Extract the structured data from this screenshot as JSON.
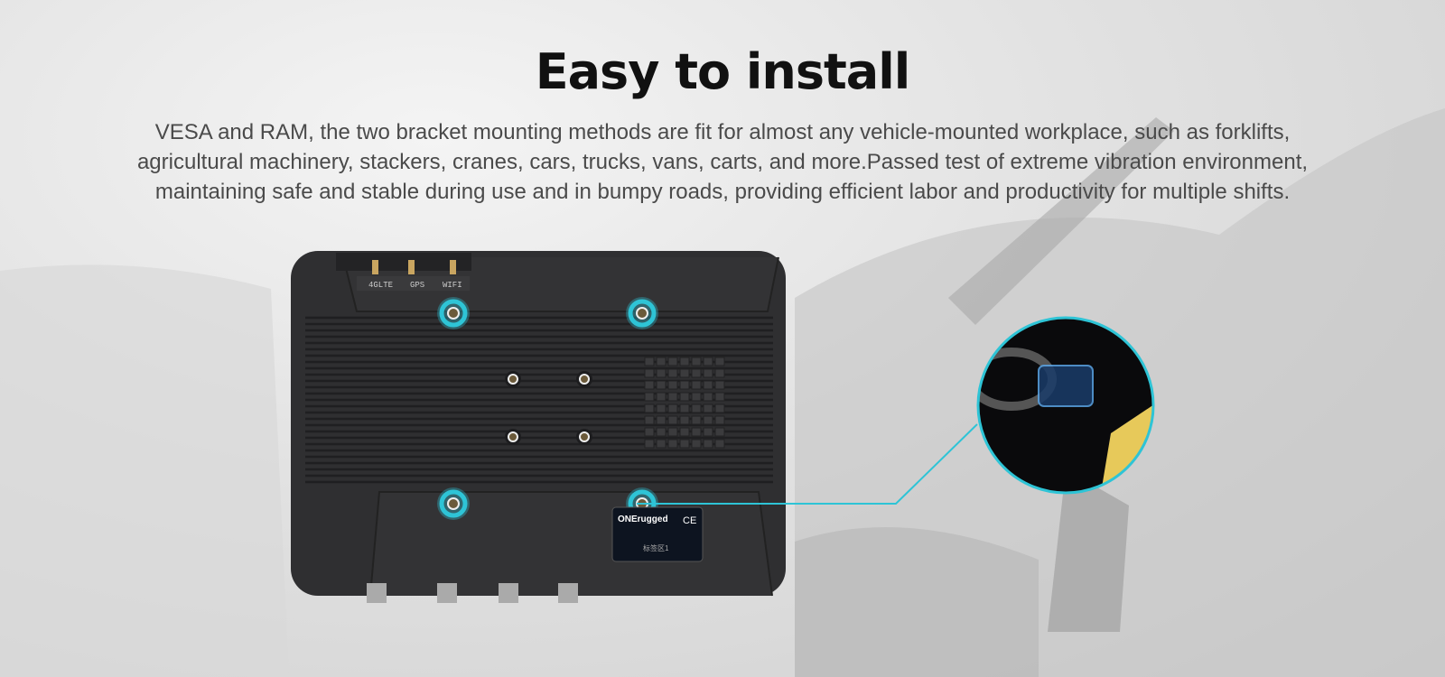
{
  "heading": "Easy to install",
  "description": "VESA and RAM, the two bracket mounting methods are fit for almost any vehicle-mounted workplace, such as forklifts, agricultural machinery, stackers, cranes, cars, trucks, vans, carts, and more.Passed test of extreme vibration environment, maintaining safe and stable during use and in bumpy roads, providing efficient labor and productivity for multiple shifts.",
  "device": {
    "antenna_labels": [
      "4GLTE",
      "GPS",
      "WIFI"
    ],
    "brand_label": "ONErugged",
    "label_code": "标签区1",
    "cert_mark": "CE"
  },
  "colors": {
    "accent": "#2ec4d6",
    "device": "#2f2f31",
    "heading": "#111111",
    "text": "#4a4a4a"
  }
}
